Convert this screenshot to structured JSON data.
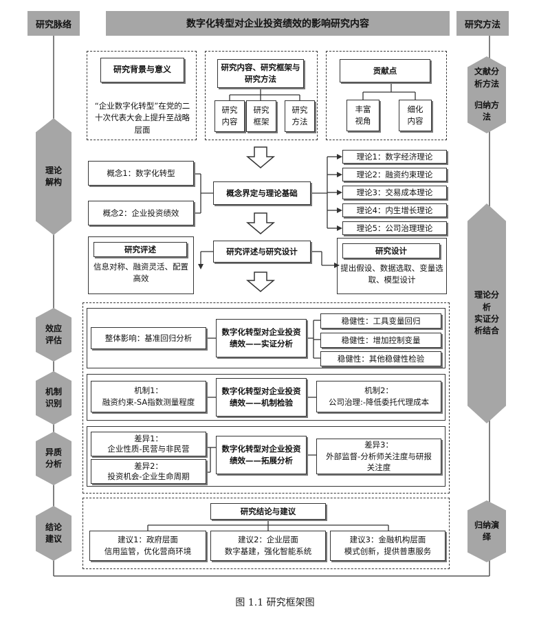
{
  "header": {
    "left": "研究脉络",
    "title": "数字化转型对企业投资绩效的影响研究内容",
    "right": "研究方法"
  },
  "left_stages": [
    "理论\n解构",
    "效应\n评估",
    "机制\n识别",
    "异质\n分析",
    "结论\n建议"
  ],
  "right_methods": [
    "文献分\n析方法",
    "归纳方\n法",
    "理论分\n析\n实证分\n析结合",
    "归纳演\n绎"
  ],
  "top": {
    "background_title": "研究背景与意义",
    "background_text": "“企业数字化转型”在党的二十次代表大会上提升至战略层面",
    "content_title": "研究内容、研究框架与研究方法",
    "content_items": [
      "研究\n内容",
      "研究\n框架",
      "研究\n方法"
    ],
    "contrib_title": "贡献点",
    "contrib_items": [
      "丰富\n视角",
      "细化\n内容"
    ]
  },
  "theory": {
    "concept1": "概念1：数字化转型",
    "concept2": "概念2：企业投资绩效",
    "center": "概念界定与理论基础",
    "items": [
      "理论1：数字经济理论",
      "理论2：融资约束理论",
      "理论3：交易成本理论",
      "理论4：内生增长理论",
      "理论5：公司治理理论"
    ]
  },
  "review": {
    "center": "研究评述与研究设计",
    "left_title": "研究评述",
    "left_text": "信息对称、融资灵活、配置高效",
    "right_title": "研究设计",
    "right_text": "提出假设、数据选取、变量选取、模型设计"
  },
  "empirical": {
    "left": "整体影响：基准回归分析",
    "center": "数字化转型对企业投资绩效——实证分析",
    "robust": [
      "稳健性：工具变量回归",
      "稳健性：增加控制变量",
      "稳健性：其他稳健性检验"
    ]
  },
  "mechanism": {
    "left": "机制1：\n融资约束-SA指数测量程度",
    "center": "数字化转型对企业投资绩效——机制检验",
    "right": "机制2：\n公司治理:-降低委托代理成本"
  },
  "hetero": {
    "left1": "差异1：\n企业性质-民营与非民营",
    "left2": "差异2：\n投资机会-企业生命周期",
    "center": "数字化转型对企业投资绩效——拓展分析",
    "right": "差异3：\n外部监督-分析师关注度与研报关注度"
  },
  "conclusion": {
    "title": "研究结论与建议",
    "items": [
      "建议1：政府层面\n信用监管，优化营商环境",
      "建议2：企业层面\n数字基建，强化智能系统",
      "建议3：金融机构层面\n模式创新，提供普惠服务"
    ]
  },
  "caption": "图 1.1 研究框架图"
}
